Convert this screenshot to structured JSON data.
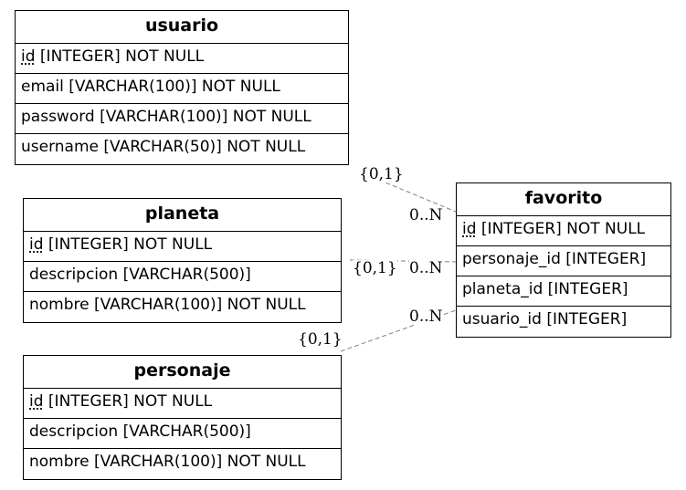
{
  "entities": {
    "usuario": {
      "name": "usuario",
      "fields": [
        {
          "pk": "id",
          "rest": " [INTEGER] NOT NULL"
        },
        {
          "text": "email [VARCHAR(100)] NOT NULL"
        },
        {
          "text": "password [VARCHAR(100)] NOT NULL"
        },
        {
          "text": "username [VARCHAR(50)] NOT NULL"
        }
      ]
    },
    "planeta": {
      "name": "planeta",
      "fields": [
        {
          "pk": "id",
          "rest": " [INTEGER] NOT NULL"
        },
        {
          "text": "descripcion [VARCHAR(500)]"
        },
        {
          "text": "nombre [VARCHAR(100)] NOT NULL"
        }
      ]
    },
    "personaje": {
      "name": "personaje",
      "fields": [
        {
          "pk": "id",
          "rest": " [INTEGER] NOT NULL"
        },
        {
          "text": "descripcion [VARCHAR(500)]"
        },
        {
          "text": "nombre [VARCHAR(100)] NOT NULL"
        }
      ]
    },
    "favorito": {
      "name": "favorito",
      "fields": [
        {
          "pk": "id",
          "rest": " [INTEGER] NOT NULL"
        },
        {
          "text": "personaje_id [INTEGER]"
        },
        {
          "text": "planeta_id [INTEGER]"
        },
        {
          "text": "usuario_id [INTEGER]"
        }
      ]
    }
  },
  "relationships": [
    {
      "from": "usuario",
      "to": "favorito",
      "from_card": "{0,1}",
      "to_card": "0..N"
    },
    {
      "from": "planeta",
      "to": "favorito",
      "from_card": "{0,1}",
      "to_card": "0..N"
    },
    {
      "from": "personaje",
      "to": "favorito",
      "from_card": "{0,1}",
      "to_card": "0..N"
    }
  ],
  "colors": {
    "border": "#000000",
    "edge": "#808080",
    "background": "#ffffff"
  }
}
